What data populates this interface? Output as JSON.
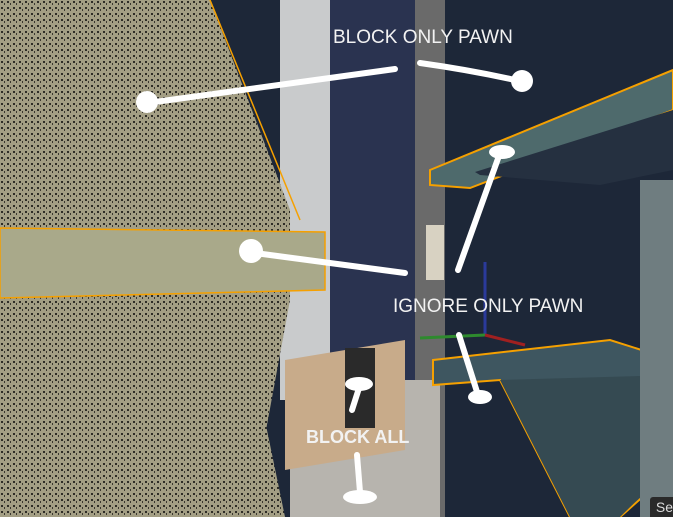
{
  "labels": {
    "block_only_pawn": "BLOCK ONLY PAWN",
    "ignore_only_pawn": "IGNORE ONLY PAWN",
    "block_all": "BLOCK ALL"
  },
  "corner_button": "Se",
  "colors": {
    "selection_outline": "#f5a000",
    "annotation": "#ffffff"
  }
}
